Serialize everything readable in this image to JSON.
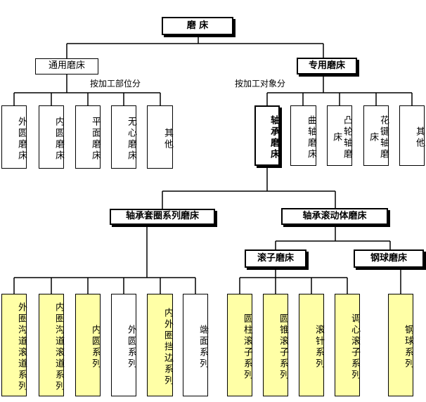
{
  "root": "磨    床",
  "general": {
    "title": "通用磨床",
    "by": "按加工部位分",
    "items": [
      "外圆磨床",
      "内圆磨床",
      "平面磨床",
      "无心磨床",
      "其他"
    ]
  },
  "special": {
    "title": "专用磨床",
    "by": "按加工对象分",
    "items": [
      "轴承磨床",
      "曲轴磨床",
      "凸轮轴磨床",
      "花键轴磨床",
      "其他"
    ]
  },
  "bearing": {
    "ring": {
      "title": "轴承套圈系列磨床",
      "items": [
        "外圈沟道滚道系列",
        "内圈沟道滚道系列",
        "内圆系列",
        "外圆系列",
        "内外圈挡边系列",
        "端面系列"
      ]
    },
    "rolling": {
      "title": "轴承滚动体磨床",
      "roller": {
        "title": "滚子磨床",
        "items": [
          "圆柱滚子系列",
          "圆锥滚子系列",
          "滚针系列",
          "调心滚子系列"
        ]
      },
      "ball": {
        "title": "钢球磨床",
        "items": [
          "钢球系列"
        ]
      }
    }
  }
}
